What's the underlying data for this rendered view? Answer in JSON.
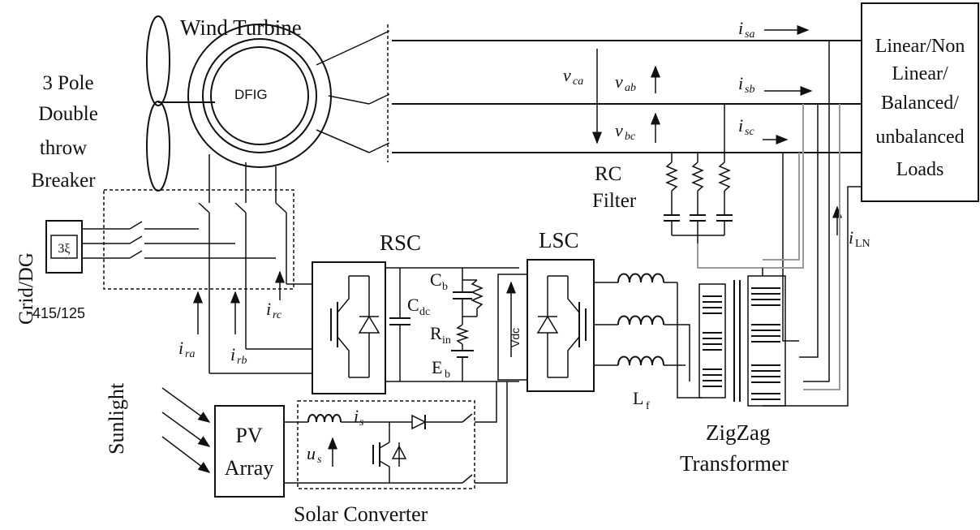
{
  "labels": {
    "wind_turbine": "Wind Turbine",
    "dfig": "DFIG",
    "breaker_l1": "3 Pole",
    "breaker_l2": "Double",
    "breaker_l3": "throw",
    "breaker_l4": "Breaker",
    "grid": "Grid/DG",
    "grid_transformer_symbol": "3ξ",
    "grid_ratio": "415/125",
    "rsc": "RSC",
    "lsc": "LSC",
    "cdc": "C",
    "cdc_sub": "dc",
    "cb": "C",
    "cb_sub": "b",
    "rin": "R",
    "rin_sub": "in",
    "eb": "E",
    "eb_sub": "b",
    "vdc": "Vdc",
    "lf": "L",
    "lf_sub": "f",
    "rc_filter_1": "RC",
    "rc_filter_2": "Filter",
    "zigzag_1": "ZigZag",
    "zigzag_2": "Transformer",
    "loads_1": "Linear/Non",
    "loads_2": "Linear/",
    "loads_3": "Balanced/",
    "loads_4": "unbalanced",
    "loads_5": "Loads",
    "sunlight": "Sunlight",
    "pv_1": "PV",
    "pv_2": "Array",
    "solar_converter": "Solar Converter",
    "isa": "i",
    "isa_sub": "sa",
    "isb": "i",
    "isb_sub": "sb",
    "isc": "i",
    "isc_sub": "sc",
    "vca": "v",
    "vca_sub": "ca",
    "vab": "v",
    "vab_sub": "ab",
    "vbc": "v",
    "vbc_sub": "bc",
    "iln": "i",
    "iln_sub": "LN",
    "ira": "i",
    "ira_sub": "ra",
    "irb": "i",
    "irb_sub": "rb",
    "irc": "i",
    "irc_sub": "rc",
    "is": "i",
    "is_sub": "s",
    "us": "u",
    "us_sub": "s"
  }
}
